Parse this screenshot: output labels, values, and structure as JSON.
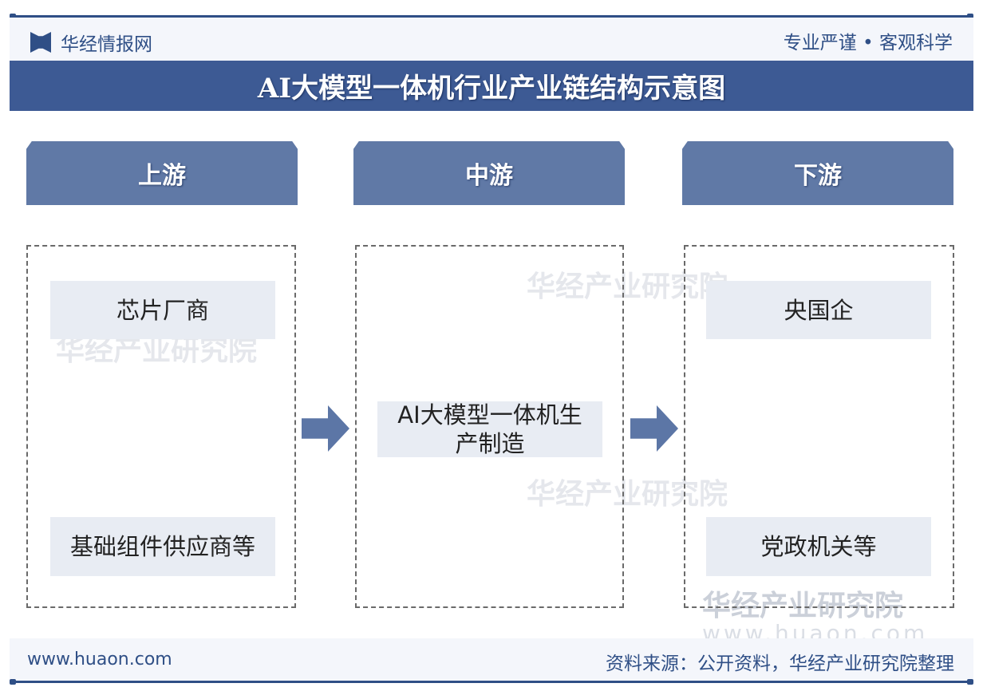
{
  "header": {
    "brand": "华经情报网",
    "slogan": "专业严谨 • 客观科学"
  },
  "title": "AI大模型一体机行业产业链结构示意图",
  "columns": [
    {
      "label": "上游",
      "items": [
        "芯片厂商",
        "基础组件供应商等"
      ]
    },
    {
      "label": "中游",
      "items": [
        "AI大模型一体机生产制造"
      ]
    },
    {
      "label": "下游",
      "items": [
        "央国企",
        "党政机关等"
      ]
    }
  ],
  "watermark": {
    "name": "华经产业研究院",
    "url": "www.huaon.com"
  },
  "footer": {
    "website": "www.huaon.com",
    "source": "资料来源：公开资料，华经产业研究院整理"
  },
  "colors": {
    "primary": "#3d5a94",
    "header": "#6079a6",
    "item": "#e8ecf3"
  }
}
